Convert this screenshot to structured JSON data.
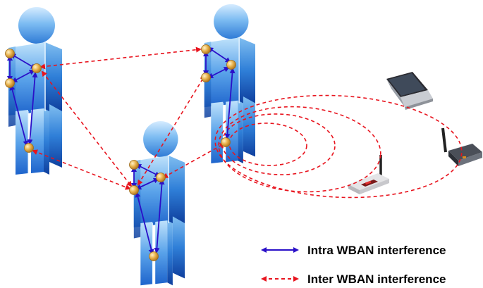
{
  "legend": {
    "intra": {
      "label": "Intra WBAN interference",
      "color": "#2a10c8"
    },
    "inter": {
      "label": "Inter WBAN interference",
      "color": "#e8141e"
    }
  },
  "palette": {
    "body_light": "#9fd0f5",
    "body_dark": "#1b63c7",
    "sensor": "#e6b14b"
  },
  "figures": [
    {
      "name": "person-left"
    },
    {
      "name": "person-top-right"
    },
    {
      "name": "person-center"
    }
  ],
  "devices": [
    {
      "name": "laptop-icon"
    },
    {
      "name": "access-point-icon"
    },
    {
      "name": "router-icon"
    }
  ]
}
